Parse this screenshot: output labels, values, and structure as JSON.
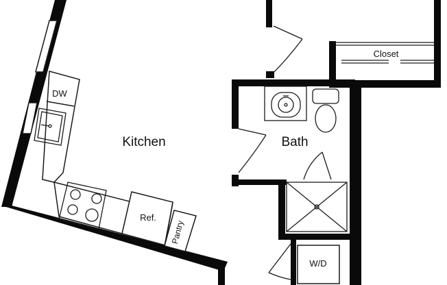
{
  "plan": {
    "colors": {
      "wall": "#0a0a0a",
      "line": "#1a1a1a",
      "background": "#ffffff"
    },
    "rooms": {
      "kitchen": "Kitchen",
      "bath": "Bath",
      "closet": "Closet"
    },
    "fixtures": {
      "dw": "DW",
      "ref": "Ref.",
      "pantry": "Pantry",
      "wd": "W/D"
    }
  }
}
